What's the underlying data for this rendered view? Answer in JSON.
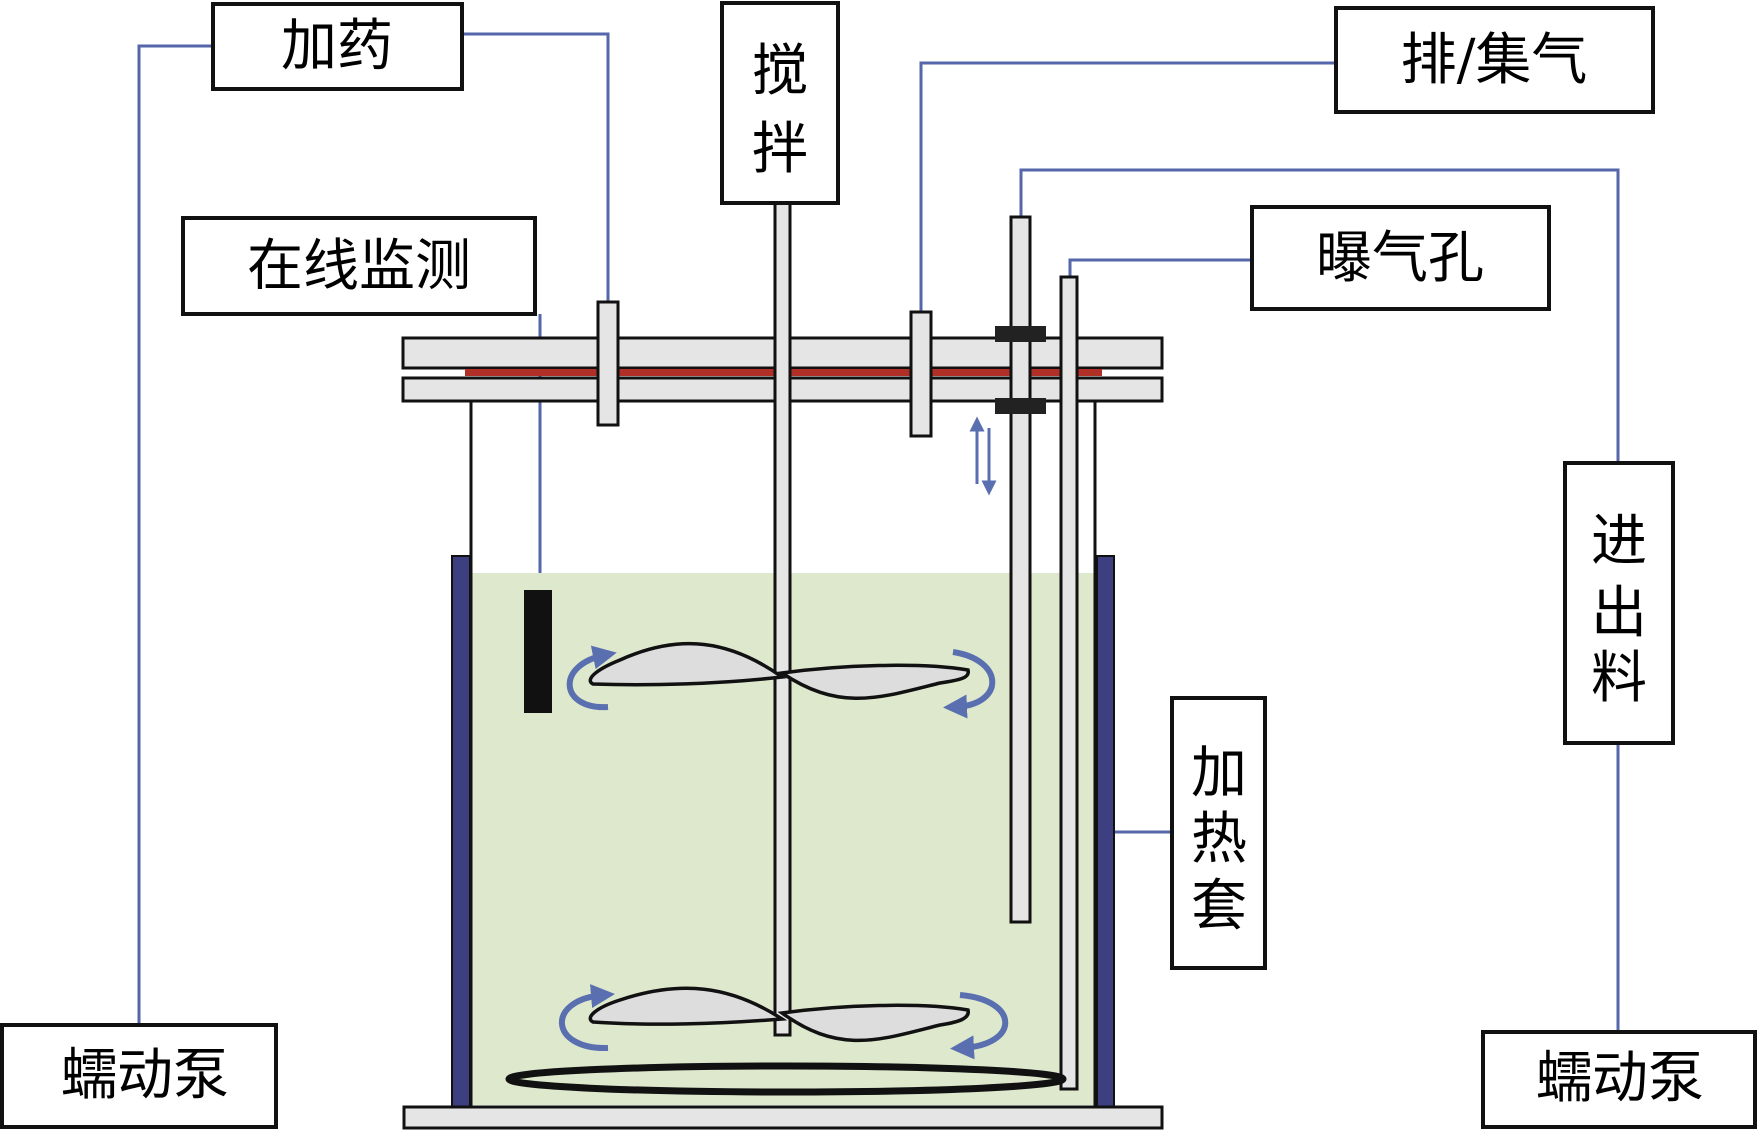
{
  "labels": {
    "dosing": "加药",
    "stirring": [
      "搅",
      "拌"
    ],
    "exhaust_collect": "排/集气",
    "online_monitor": "在线监测",
    "aeration_hole": "曝气孔",
    "feed_discharge": [
      "进",
      "出",
      "料"
    ],
    "heating_jacket": [
      "加",
      "热",
      "套"
    ],
    "pump_left": "蠕动泵",
    "pump_right": "蠕动泵"
  },
  "colors": {
    "tube_line": "#5566aa",
    "liquid": "#dde8cc",
    "jacket": "#3d3f80",
    "rod_fill": "#e5e5e5",
    "seal_red": "#b03028",
    "flow_arrow": "#5a6fb0",
    "blade_fill": "#dddddd"
  }
}
